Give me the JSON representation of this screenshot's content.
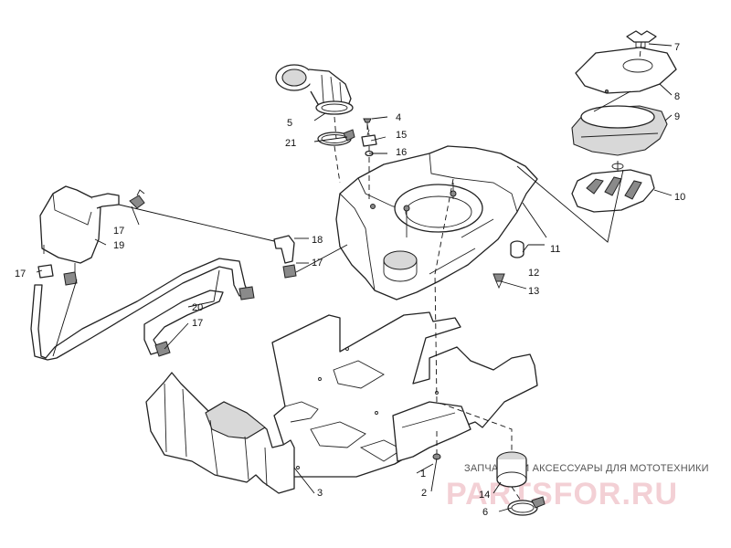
{
  "callouts": [
    "1",
    "2",
    "3",
    "4",
    "5",
    "6",
    "7",
    "8",
    "9",
    "10",
    "11",
    "12",
    "13",
    "14",
    "15",
    "16",
    "17",
    "18",
    "19",
    "20",
    "21"
  ],
  "watermark": {
    "tagline": "ЗАПЧАСТИ И АКСЕССУАРЫ ДЛЯ МОТОТЕХНИКИ",
    "logo": "PARTSFOR.RU",
    "logo_color": "#f3d0d5"
  }
}
